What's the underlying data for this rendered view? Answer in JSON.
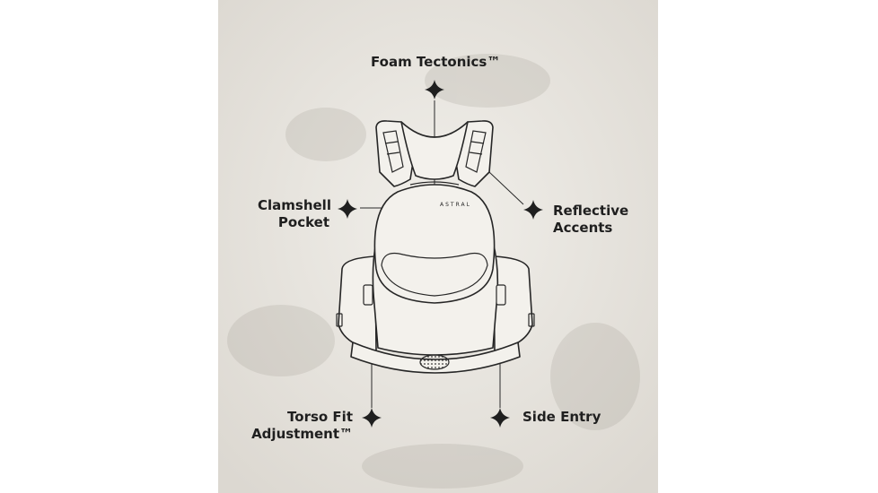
{
  "callouts": {
    "foam": "Foam Tectonics™",
    "clamshell": [
      "Clamshell",
      "Pocket"
    ],
    "reflective": [
      "Reflective",
      "Accents"
    ],
    "torso": [
      "Torso Fit",
      "Adjustment™"
    ],
    "side": "Side Entry"
  },
  "brand_mark": "ASTRAL",
  "colors": {
    "background_panel": "#e9e6e0",
    "ink": "#1f1f1f",
    "page": "#ffffff"
  }
}
